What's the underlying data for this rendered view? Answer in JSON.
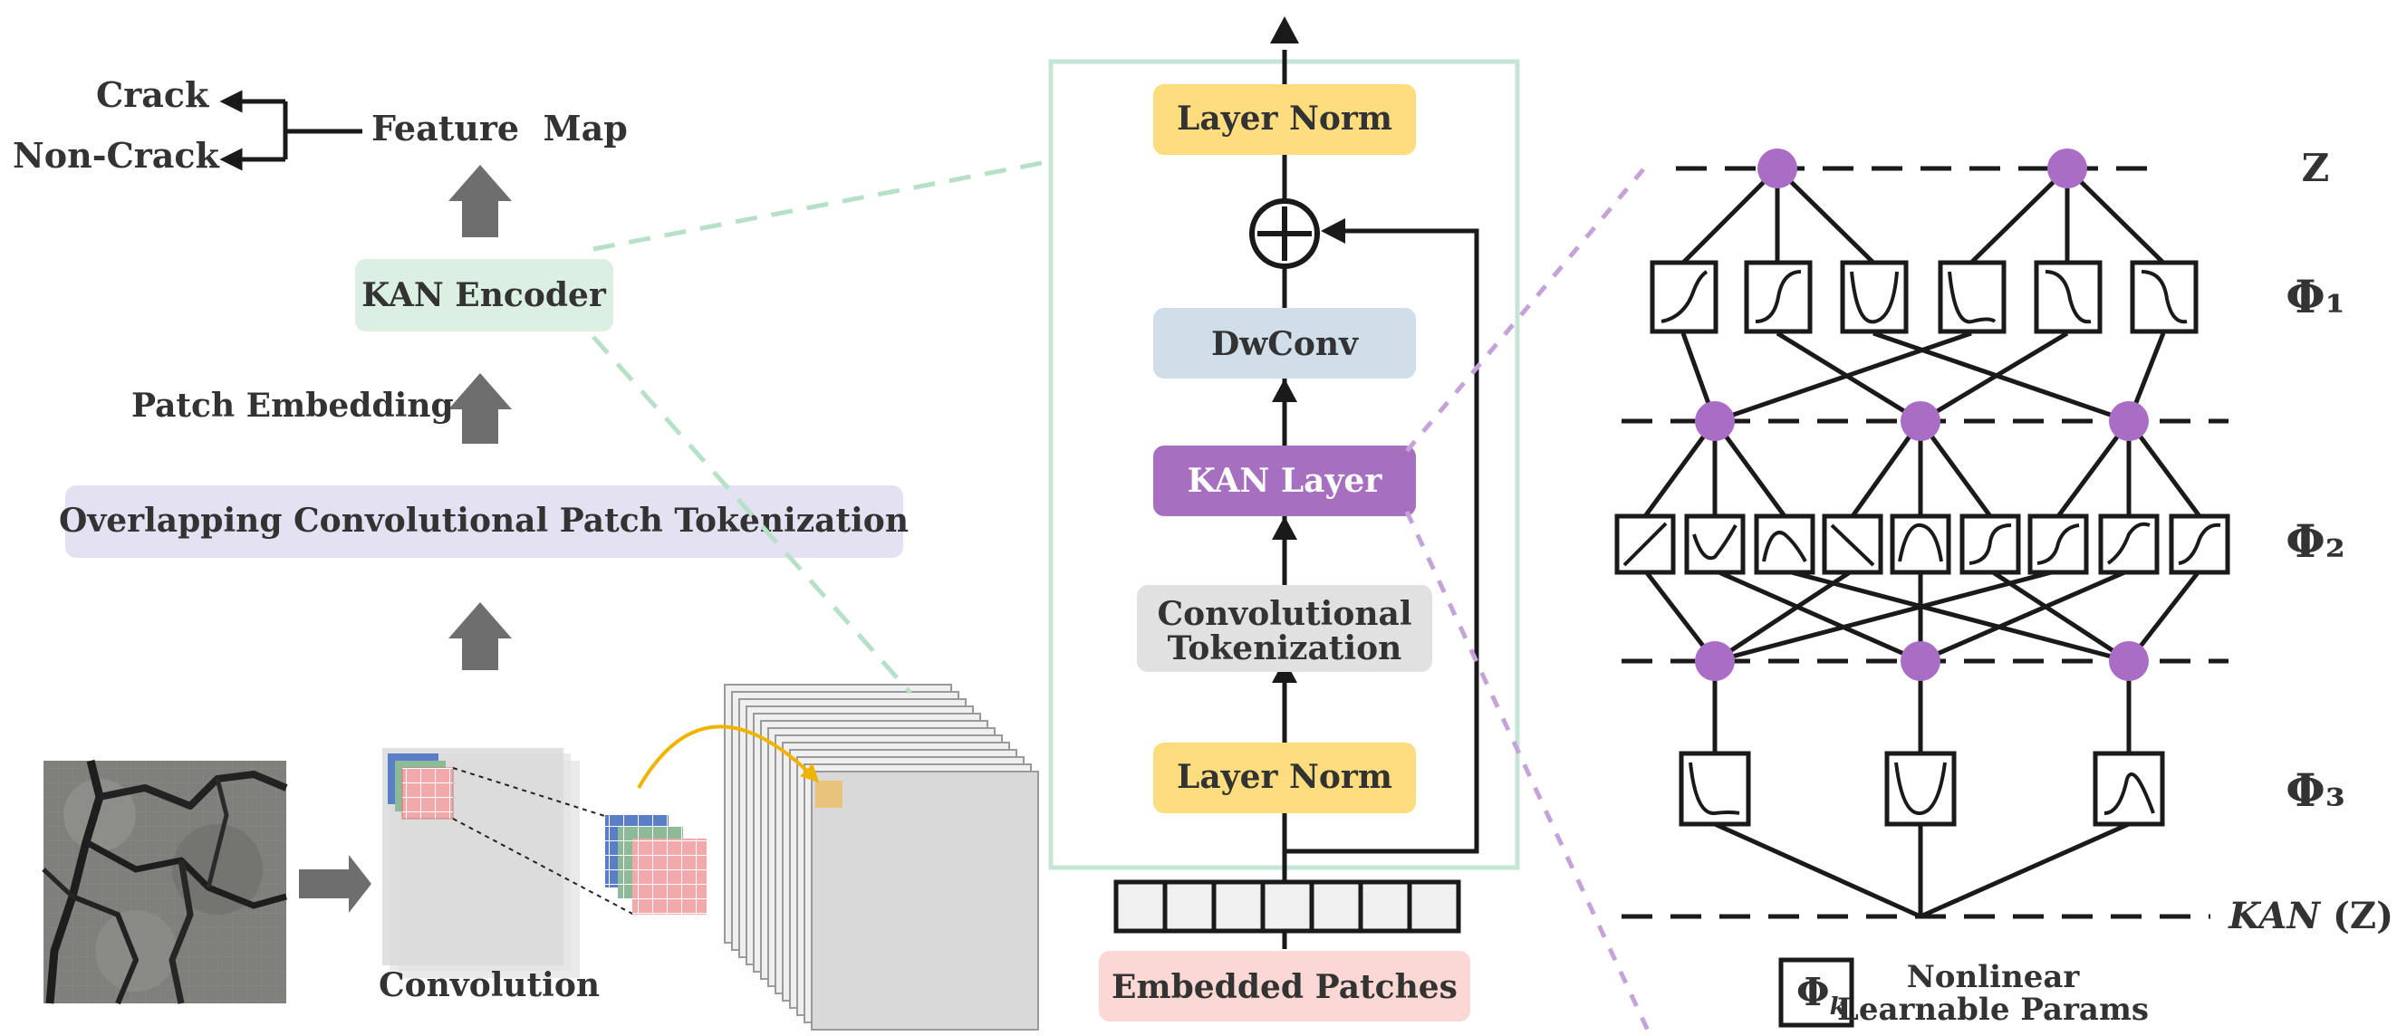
{
  "left": {
    "crack": "Crack",
    "non_crack": "Non-Crack",
    "feature_map": "Feature  Map",
    "kan_encoder": "KAN Encoder",
    "patch_embedding": "Patch Embedding",
    "ocpt": "Overlapping Convolutional Patch Tokenization",
    "convolution": "Convolution"
  },
  "center": {
    "layer_norm_top": "Layer Norm",
    "dwconv": "DwConv",
    "kan_layer": "KAN Layer",
    "conv_tok_1": "Convolutional",
    "conv_tok_2": "Tokenization",
    "layer_norm_bottom": "Layer Norm",
    "embedded_patches": "Embedded Patches"
  },
  "right": {
    "z": "Z",
    "phi1": "Φ₁",
    "phi2": "Φ₂",
    "phi3": "Φ₃",
    "kan_z_italic": "KAN",
    "kan_z_rest": " (Z)",
    "legend_symbol": "Φ",
    "legend_sub": "k",
    "legend_line1": "Nonlinear",
    "legend_line2": "Learnable Params"
  },
  "colors": {
    "kan_encoder_bg": "#dcefe3",
    "ocpt_bg": "#e4e2f2",
    "layer_norm_bg": "#fedd7f",
    "dwconv_bg": "#cfdee9",
    "kan_layer_bg": "#a66fc0",
    "conv_tok_bg": "#e1e1e1",
    "embedded_bg": "#fbd8d3",
    "node_purple": "#a96dc5",
    "frame_green": "#c5e6d5",
    "arrow_gray": "#6e6e6e",
    "gold_arrow": "#f0b400"
  }
}
